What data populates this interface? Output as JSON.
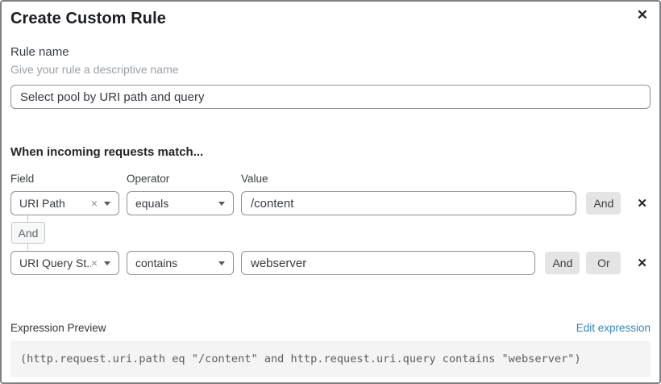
{
  "modal": {
    "title": "Create Custom Rule"
  },
  "icons": {
    "close": "✕",
    "clear": "×",
    "remove": "✕"
  },
  "colors": {
    "link_blue": "#3186ba",
    "button_gray": "#e4e4e4",
    "code_bg": "#f4f4f4",
    "border_gray": "#8e9196"
  },
  "rule_name": {
    "label": "Rule name",
    "hint": "Give your rule a descriptive name",
    "value": "Select pool by URI path and query"
  },
  "match": {
    "heading": "When incoming requests match...",
    "columns": {
      "field": "Field",
      "operator": "Operator",
      "value": "Value"
    },
    "connector": "And",
    "rows": [
      {
        "field": "URI Path",
        "operator": "equals",
        "value": "/content",
        "and_label": "And"
      },
      {
        "field": "URI Query St...",
        "operator": "contains",
        "value": "webserver",
        "and_label": "And",
        "or_label": "Or"
      }
    ]
  },
  "expression": {
    "label": "Expression Preview",
    "edit_link": "Edit expression",
    "code": "(http.request.uri.path eq \"/content\" and http.request.uri.query contains \"webserver\")"
  }
}
